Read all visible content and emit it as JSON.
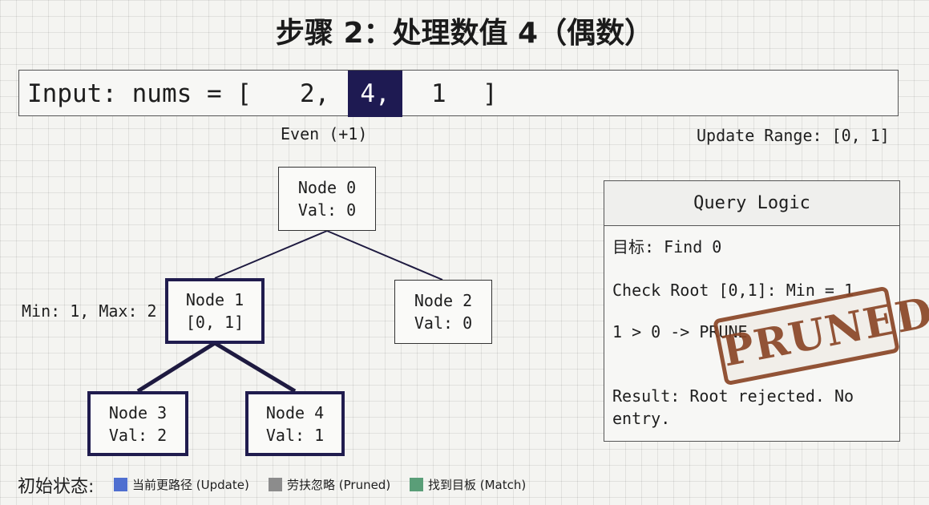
{
  "title": "步骤 2：处理数值 4（偶数）",
  "input": {
    "prefix": "Input: nums = [",
    "values": [
      "2,",
      "4,",
      "1"
    ],
    "suffix": "]",
    "active_index": 1,
    "active_color": "#1e1a52"
  },
  "annotations": {
    "parity": "Even (+1)",
    "update_range": "Update Range: [0, 1]",
    "node1_range": "Min: 1, Max: 2"
  },
  "tree": {
    "nodes": [
      {
        "id": "node0",
        "line1": "Node 0",
        "line2": "Val: 0",
        "highlighted": false
      },
      {
        "id": "node1",
        "line1": "Node 1",
        "line2": "[0, 1]",
        "highlighted": true
      },
      {
        "id": "node2",
        "line1": "Node 2",
        "line2": "Val: 0",
        "highlighted": false
      },
      {
        "id": "node3",
        "line1": "Node 3",
        "line2": "Val: 2",
        "highlighted": true
      },
      {
        "id": "node4",
        "line1": "Node 4",
        "line2": "Val: 1",
        "highlighted": true
      }
    ]
  },
  "panel": {
    "title": "Query Logic",
    "target": "目标: Find 0",
    "check": "Check Root [0,1]: Min = 1",
    "compare": "1 > 0 -> PRUNE",
    "result": "Result: Root rejected. No entry.",
    "stamp": "PRUNED",
    "stamp_color": "#8a4626"
  },
  "legend": {
    "title": "初始状态:",
    "items": [
      {
        "label": "当前更路径 (Update)",
        "color": "#4f6fd0"
      },
      {
        "label": "劳扶忽略 (Pruned)",
        "color": "#8c8c8c"
      },
      {
        "label": "找到目板 (Match)",
        "color": "#5a9e78"
      }
    ]
  }
}
